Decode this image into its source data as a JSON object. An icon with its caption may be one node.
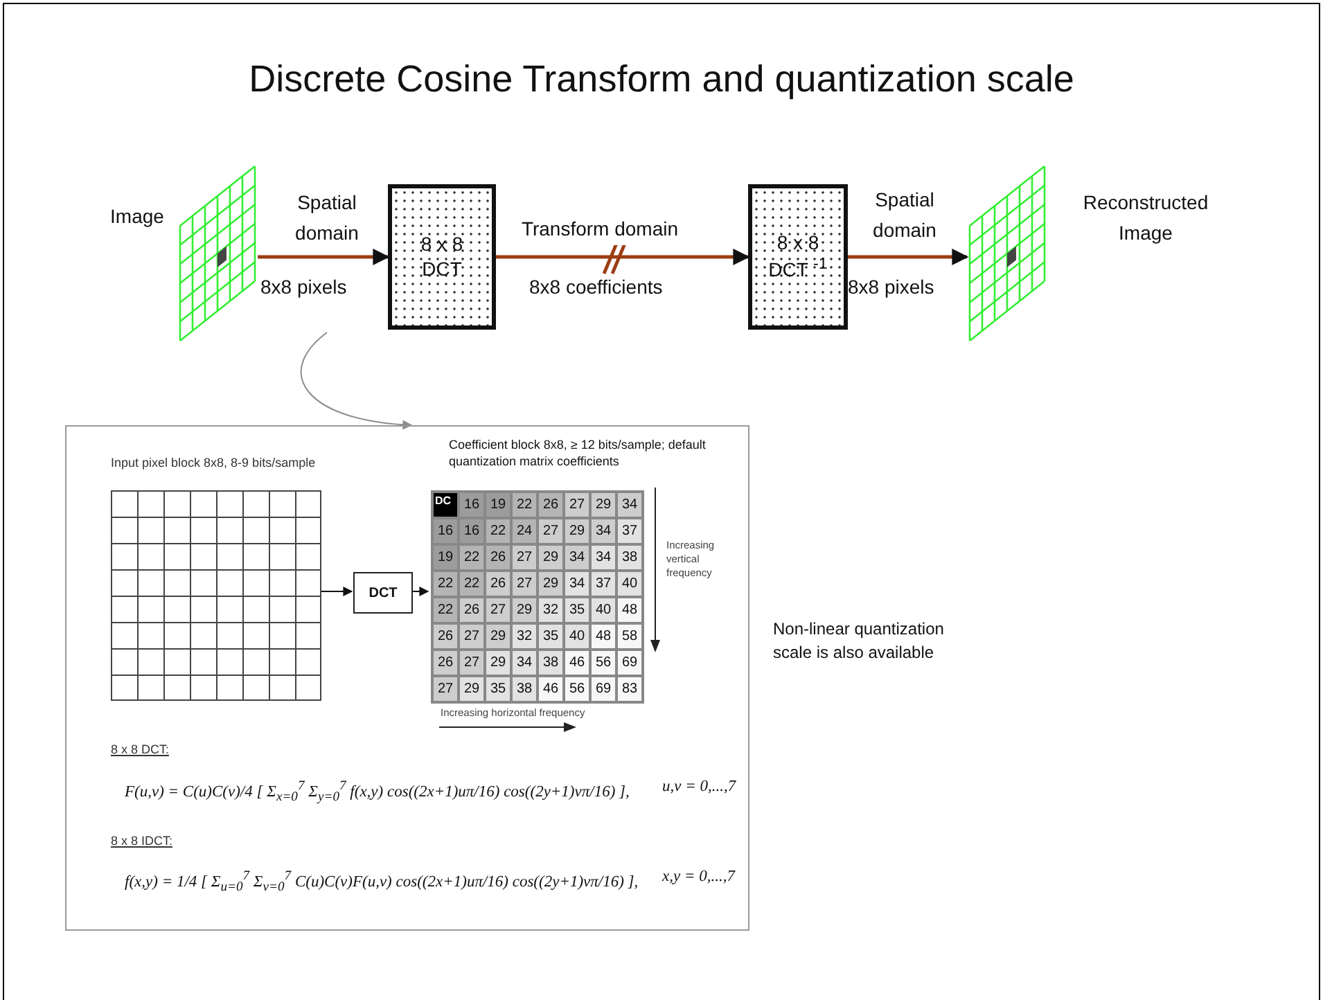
{
  "diagram": {
    "title": "Discrete Cosine Transform and quantization scale",
    "nodes": [
      {
        "text": [
          "Image"
        ]
      },
      {
        "text": [
          "8 x 8 DCT"
        ]
      },
      {
        "text": [
          "8 x 8 DCT $^{-1}$"
        ]
      },
      {
        "text": [
          "Reconstructed Image"
        ]
      },
      {
        "text": [],
        "shape": "box"
      },
      {
        "text": [],
        "shape": "grid",
        "in": 4
      },
      {
        "text": [
          "DCT"
        ],
        "in": 4
      },
      {
        "text": [
          "Coefficient block 8x8, ≥ 12 bits/sample; default quantization matrix coefficients"
        ],
        "in": 4,
        "beside": [
          "Increasing vertical frequency",
          "Increasing horizontal frequency"
        ]
      }
    ],
    "edges": [
      {
        "from": 0,
        "to": 1,
        "arrow": "to",
        "label": "Spatial domain",
        "style": "thick",
        "color": "#9b3d12"
      },
      {
        "from": 1,
        "to": 2,
        "arrow": "to",
        "label": "Transform domain",
        "style": "thick",
        "color": "#9b3d12"
      },
      {
        "from": 2,
        "to": 3,
        "arrow": "to",
        "label": "Spatial domain",
        "style": "thick",
        "color": "#9b3d12"
      },
      {
        "from": null,
        "to": 4,
        "arrow": "to",
        "color": "#8c8c8c"
      },
      {
        "from": 5,
        "to": 6,
        "arrow": "to",
        "color": "#111111"
      },
      {
        "from": 6,
        "to": 7,
        "arrow": "to",
        "color": "#111111"
      }
    ],
    "labels": [
      "8x8 pixels",
      "8x8 coefficients",
      "8x8 pixels",
      "Input pixel block 8x8, 8-9 bits/sample",
      "DC",
      "16",
      "19",
      "22",
      "26",
      "27",
      "29",
      "34",
      "16",
      "16",
      "22",
      "24",
      "27",
      "29",
      "34",
      "37",
      "19",
      "22",
      "26",
      "27",
      "29",
      "34",
      "34",
      "38",
      "22",
      "22",
      "26",
      "27",
      "29",
      "34",
      "37",
      "40",
      "22",
      "26",
      "27",
      "29",
      "32",
      "35",
      "40",
      "48",
      "26",
      "27",
      "29",
      "32",
      "35",
      "40",
      "48",
      "58",
      "26",
      "27",
      "29",
      "34",
      "38",
      "46",
      "56",
      "69",
      "27",
      "29",
      "35",
      "38",
      "46",
      "56",
      "69",
      "83",
      "Non-linear quantization scale is also available",
      "8 x 8 DCT:",
      "F(u,v) = C(u)C(v)/4 [ Σ$_{x=0}$$^{7}$ Σ$_{y=0}$$^{7}$ f(x,y) cos((2x+1)uπ/16) cos((2y+1)vπ/16) ],",
      "u,v = 0,...,7",
      "8 x 8 IDCT:",
      "f(x,y) = 1/4 [ Σ$_{u=0}$$^{7}$ Σ$_{v=0}$$^{7}$ C(u)C(v)F(u,v) cos((2x+1)uπ/16) cos((2y+1)vπ/16) ],",
      "x,y = 0,...,7"
    ]
  }
}
